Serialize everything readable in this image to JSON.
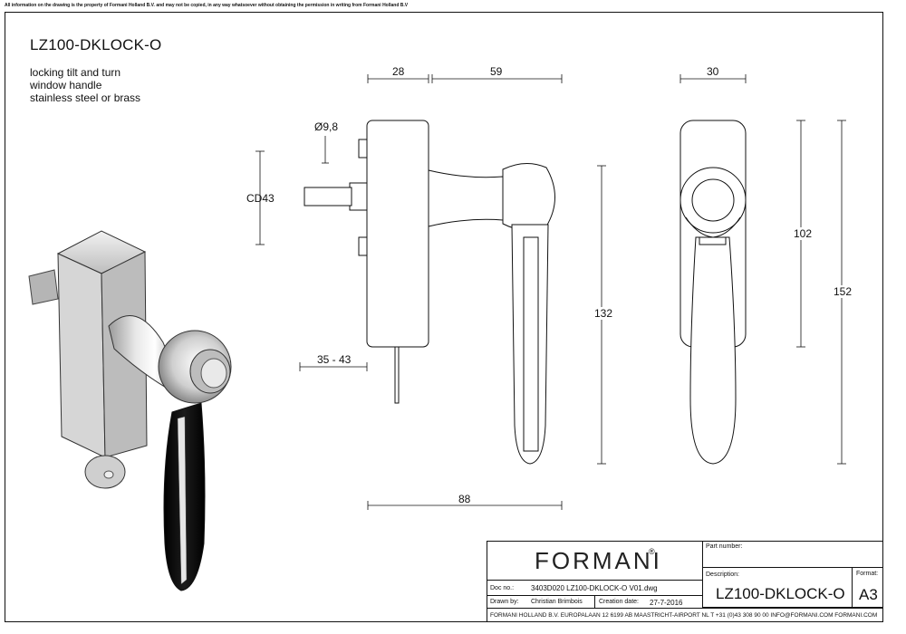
{
  "notice": "All information on the drawing is the property of Formani Holland B.V. and may not be copied, in any way whatsoever without obtaining the permission in writing from Formani Holland B.V",
  "title": "LZ100-DKLOCK-O",
  "description_lines": [
    "locking tilt and turn",
    "window handle",
    "stainless steel or brass"
  ],
  "dimensions": {
    "d28": "28",
    "d59": "59",
    "d30": "30",
    "dia": "Ø9,8",
    "cd43": "CD43",
    "d35_43": "35 - 43",
    "d132": "132",
    "d102": "102",
    "d152": "152",
    "d88": "88"
  },
  "title_block": {
    "brand": "FORMANI",
    "brand_mark": "®",
    "part_number_label": "Part number:",
    "description_label": "Description:",
    "description_value": "LZ100-DKLOCK-O",
    "format_label": "Format:",
    "format_value": "A3",
    "doc_no_label": "Doc no.:",
    "doc_no_value": "3403D020 LZ100-DKLOCK-O V01.dwg",
    "drawn_by_label": "Drawn by:",
    "drawn_by_value": "Christian Brimbois",
    "creation_date_label": "Creation date:",
    "creation_date_value": "27-7-2016",
    "footer": "FORMANI HOLLAND B.V.  EUROPALAAN 12  6199 AB MAASTRICHT-AIRPORT NL  T +31 (0)43 308 90 00 INFO@FORMANI.COM FORMANI.COM"
  }
}
